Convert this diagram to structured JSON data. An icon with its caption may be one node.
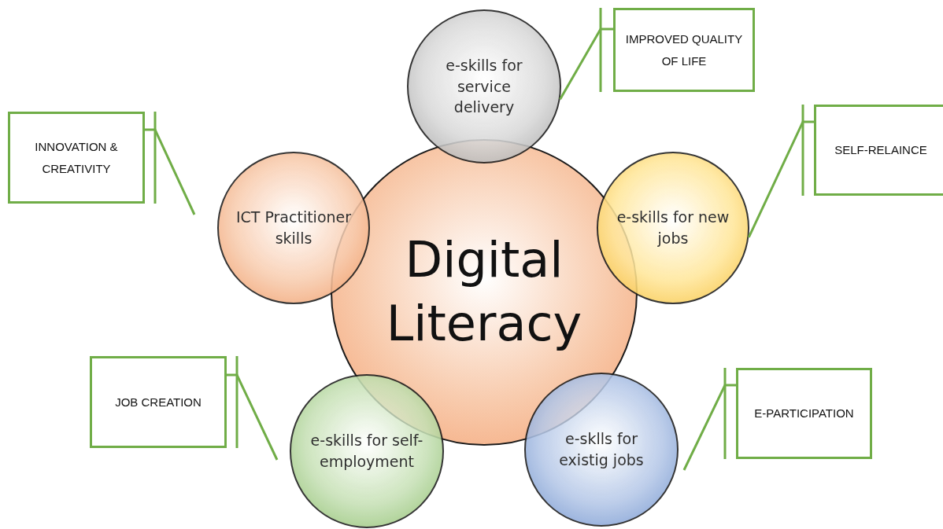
{
  "diagram": {
    "nodes": [
      {
        "text": [
          "Digital Literacy"
        ]
      },
      {
        "text": [
          "e-skills for service delivery"
        ]
      },
      {
        "text": [
          "ICT Practitioner skills"
        ]
      },
      {
        "text": [
          "e-skills for new jobs"
        ]
      },
      {
        "text": [
          "e-skills for self-employment"
        ]
      },
      {
        "text": [
          "e-sklls for existig jobs"
        ]
      },
      {
        "text": [
          "IMPROVED QUALITY OF LIFE"
        ]
      },
      {
        "text": [
          "INNOVATION & CREATIVITY"
        ]
      },
      {
        "text": [
          "SELF-RELAINCE"
        ]
      },
      {
        "text": [
          "JOB CREATION"
        ]
      },
      {
        "text": [
          "E-PARTICIPATION"
        ]
      }
    ],
    "edges": [
      {
        "from": 6,
        "to": 1,
        "arrow": "none"
      },
      {
        "from": 7,
        "to": 2,
        "arrow": "none"
      },
      {
        "from": 8,
        "to": 3,
        "arrow": "none"
      },
      {
        "from": 9,
        "to": 4,
        "arrow": "none"
      },
      {
        "from": 10,
        "to": 5,
        "arrow": "none"
      }
    ]
  }
}
